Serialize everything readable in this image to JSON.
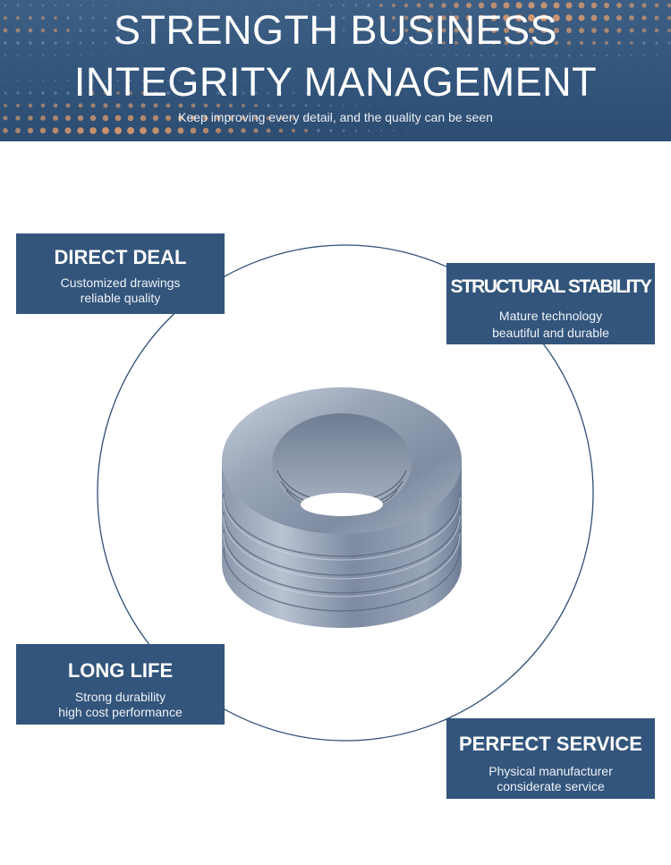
{
  "banner": {
    "title_line1": "STRENGTH BUSINESS",
    "title_line2": "INTEGRITY MANAGEMENT",
    "subtitle": "Keep improving every detail, and the quality can be seen"
  },
  "features": {
    "direct_deal": {
      "title": "DIRECT DEAL",
      "line1": "Customized drawings",
      "line2": "reliable quality"
    },
    "structural_stability": {
      "title": "STRUCTURAL STABILITY",
      "line1": "Mature technology",
      "line2": "beautiful and durable"
    },
    "long_life": {
      "title": "LONG LIFE",
      "line1": "Strong durability",
      "line2": "high cost performance"
    },
    "perfect_service": {
      "title": "PERFECT SERVICE",
      "line1": "Physical manufacturer",
      "line2": "considerate service"
    }
  },
  "colors": {
    "banner_blue": "#33557b",
    "box_blue": "#33557c",
    "ring_line": "#2f4f76",
    "dot_orange": "#f0a46c"
  }
}
